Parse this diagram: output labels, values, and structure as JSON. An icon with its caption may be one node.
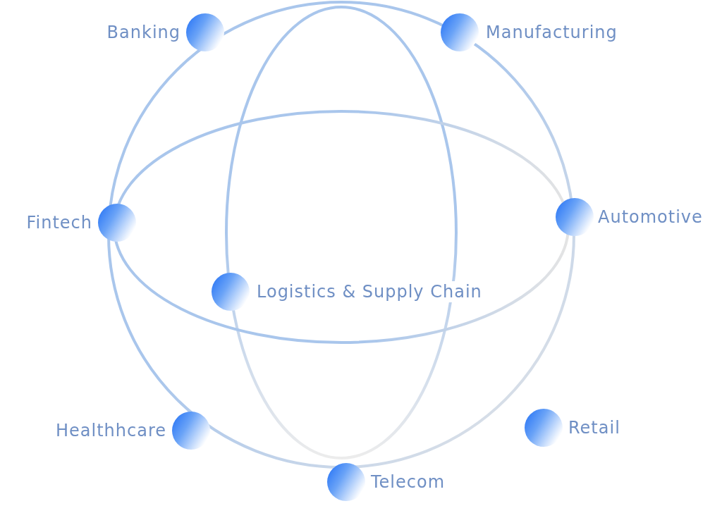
{
  "diagram": {
    "nodes": [
      {
        "text": [
          "Banking"
        ]
      },
      {
        "text": [
          "Manufacturing"
        ]
      },
      {
        "text": [
          "Fintech"
        ]
      },
      {
        "text": [
          "Automotive"
        ]
      },
      {
        "text": [
          "Logistics & Supply Chain"
        ]
      },
      {
        "text": [
          "Healthhcare"
        ]
      },
      {
        "text": [
          "Retail"
        ]
      },
      {
        "text": [
          "Telecom"
        ]
      }
    ],
    "edges": []
  }
}
